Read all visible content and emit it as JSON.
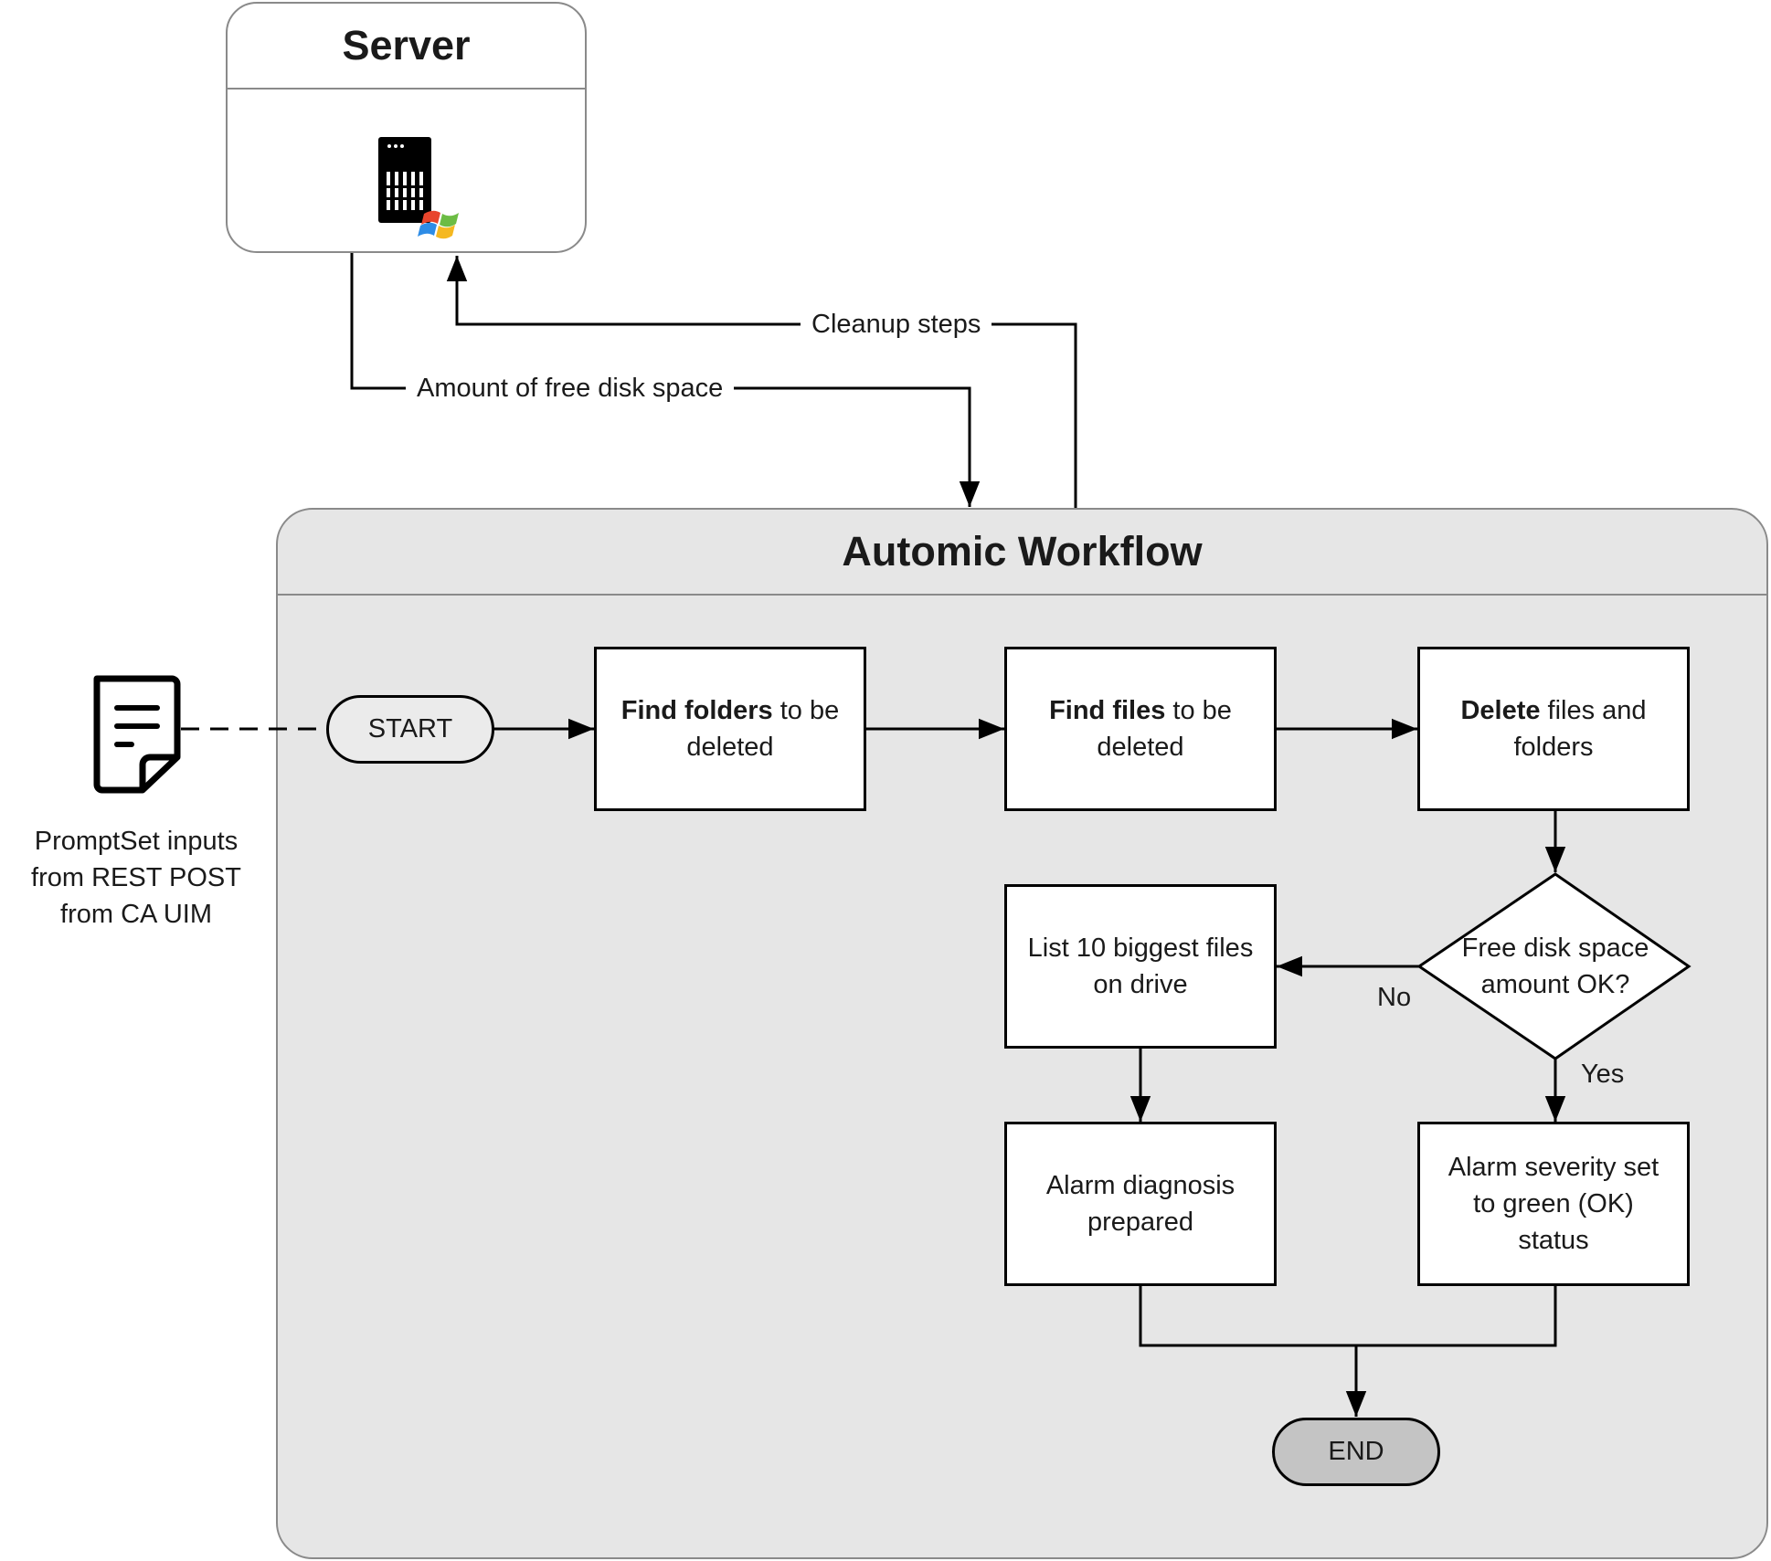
{
  "server": {
    "title": "Server",
    "icon": "windows-server-icon"
  },
  "workflow": {
    "title": "Automic Workflow"
  },
  "flows": {
    "to_workflow": "Amount of free disk space",
    "to_server": "Cleanup steps"
  },
  "input": {
    "icon": "document-icon",
    "caption": [
      "PromptSet inputs",
      "from REST POST",
      "from CA UIM"
    ]
  },
  "nodes": {
    "start": "START",
    "end": "END",
    "find_folders": {
      "bold": "Find folders",
      "rest": " to be deleted"
    },
    "find_files": {
      "bold": "Find files",
      "rest": " to be deleted"
    },
    "delete": {
      "bold": "Delete",
      "rest": " files and folders"
    },
    "decision": "Free disk space amount OK?",
    "list_files": "List 10 biggest files on drive",
    "diagnosis": "Alarm diagnosis prepared",
    "severity": "Alarm severity set to green (OK) status"
  },
  "branches": {
    "no": "No",
    "yes": "Yes"
  },
  "colors": {
    "workflow_bg": "#e6e6e6",
    "terminal_start": "#ebebeb",
    "terminal_end": "#c4c4c4",
    "border": "#8a8a8a"
  }
}
